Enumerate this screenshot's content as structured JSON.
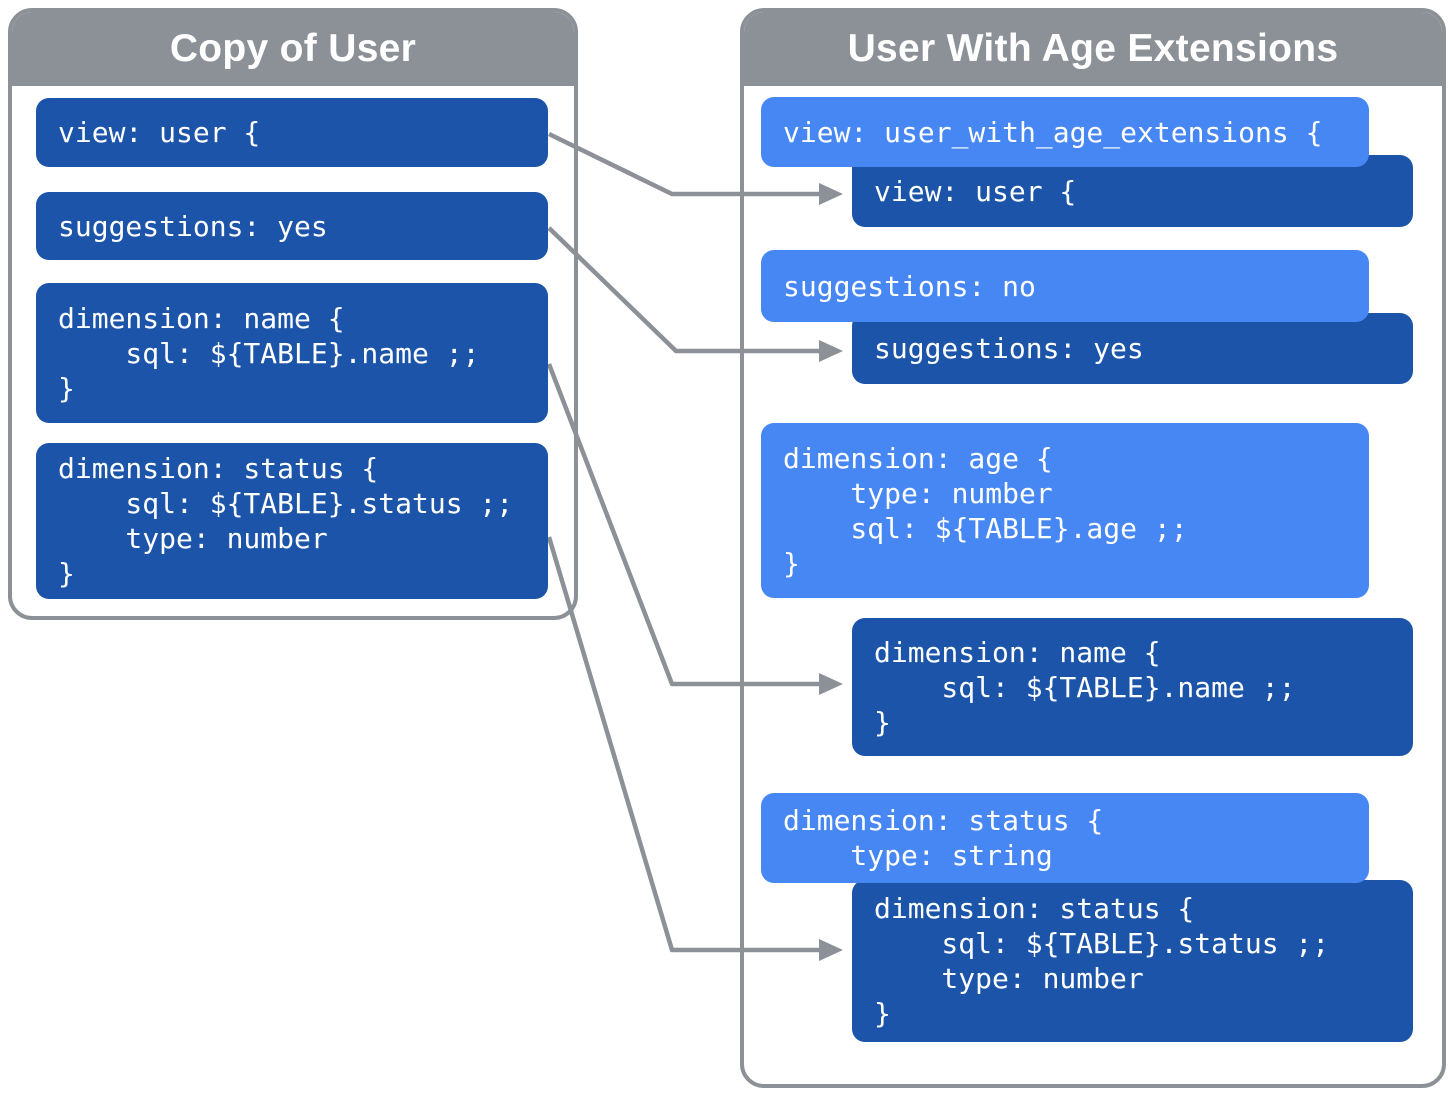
{
  "colors": {
    "background": "#FFFFFF",
    "panel_border": "#8B9196",
    "header_background": "#8B9196",
    "header_text": "#FFFFFF",
    "base_block_background": "#1B54A8",
    "extension_block_background": "#4787F3",
    "code_text": "#FFFFFF",
    "arrow": "#8B9196"
  },
  "left_panel": {
    "title": "Copy of User",
    "blocks": [
      {
        "kind": "base",
        "lines": [
          "view: user {"
        ]
      },
      {
        "kind": "base",
        "lines": [
          "suggestions: yes"
        ]
      },
      {
        "kind": "base",
        "lines": [
          "dimension: name {",
          "    sql: ${TABLE}.name ;;",
          "}"
        ]
      },
      {
        "kind": "base",
        "lines": [
          "dimension: status {",
          "    sql: ${TABLE}.status ;;",
          "    type: number",
          "}"
        ]
      }
    ]
  },
  "right_panel": {
    "title": "User With Age Extensions",
    "blocks": [
      {
        "kind": "extension",
        "lines": [
          "view: user_with_age_extensions {"
        ]
      },
      {
        "kind": "base",
        "lines": [
          "view: user {"
        ]
      },
      {
        "kind": "extension",
        "lines": [
          "suggestions: no"
        ]
      },
      {
        "kind": "base",
        "lines": [
          "suggestions: yes"
        ]
      },
      {
        "kind": "extension",
        "lines": [
          "dimension: age {",
          "    type: number",
          "    sql: ${TABLE}.age ;;",
          "}"
        ]
      },
      {
        "kind": "base",
        "lines": [
          "dimension: name {",
          "    sql: ${TABLE}.name ;;",
          "}"
        ]
      },
      {
        "kind": "extension",
        "lines": [
          "dimension: status {",
          "    type: string"
        ]
      },
      {
        "kind": "base",
        "lines": [
          "dimension: status {",
          "    sql: ${TABLE}.status ;;",
          "    type: number",
          "}"
        ]
      }
    ]
  },
  "arrows": [
    {
      "from": "Copy of User / view: user {",
      "to": "User With Age Extensions / view: user { (inherited)"
    },
    {
      "from": "Copy of User / suggestions: yes",
      "to": "User With Age Extensions / suggestions: yes (inherited)"
    },
    {
      "from": "Copy of User / dimension: name",
      "to": "User With Age Extensions / dimension: name (inherited)"
    },
    {
      "from": "Copy of User / dimension: status",
      "to": "User With Age Extensions / dimension: status (inherited)"
    }
  ]
}
